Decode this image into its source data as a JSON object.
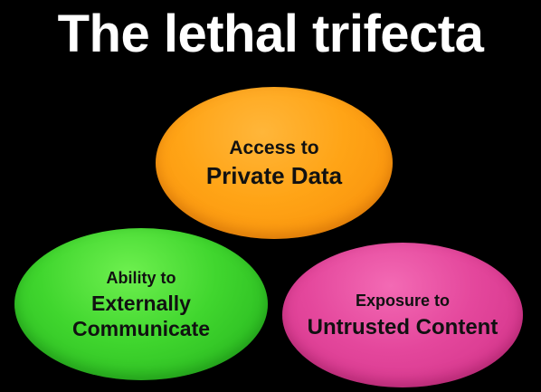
{
  "slide": {
    "title": "The lethal trifecta",
    "circles": [
      {
        "id": "private-data",
        "line1": "Access to",
        "line2": "Private Data",
        "color": "#ffa416"
      },
      {
        "id": "external-communication",
        "line1": "Ability to",
        "line2": "Externally",
        "line3": "Communicate",
        "color": "#40d62e"
      },
      {
        "id": "untrusted-content",
        "line1": "Exposure to",
        "line2": "Untrusted Content",
        "color": "#e4479c"
      }
    ]
  }
}
